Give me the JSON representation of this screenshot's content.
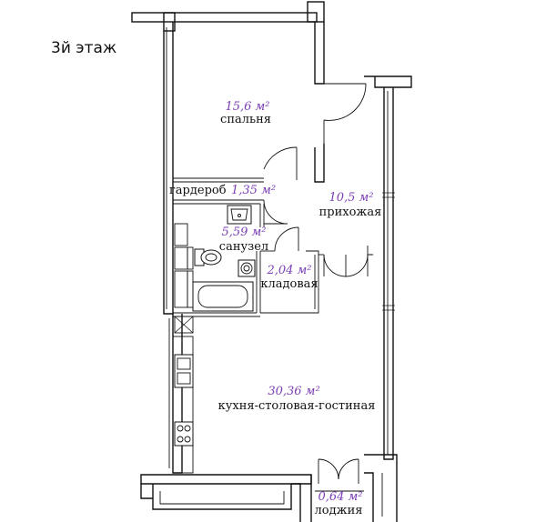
{
  "floor": "3й этаж",
  "rooms": {
    "bedroom": {
      "area": "15,6 м²",
      "name": "спальня"
    },
    "wardrobe": {
      "area": "1,35 м²",
      "name": "гардероб"
    },
    "hallway": {
      "area": "10,5 м²",
      "name": "прихожая"
    },
    "bathroom": {
      "area": "5,59 м²",
      "name": "санузел"
    },
    "storage": {
      "area": "2,04 м²",
      "name": "кладовая"
    },
    "living": {
      "area": "30,36 м²",
      "name": "кухня-столовая-гостиная"
    },
    "loggia": {
      "area": "0,64 м²",
      "name": "лоджия"
    }
  }
}
